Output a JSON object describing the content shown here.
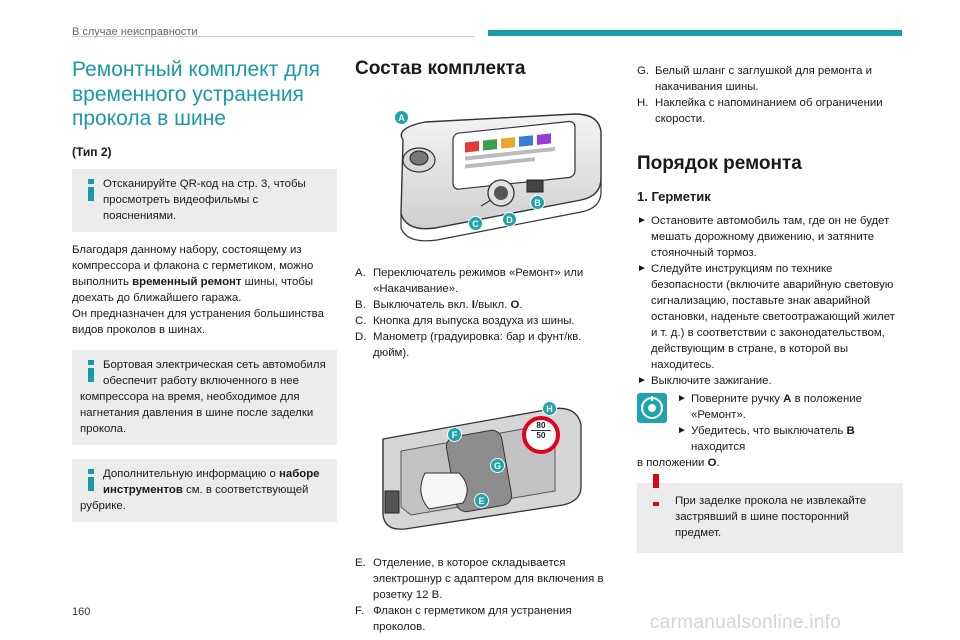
{
  "header": {
    "section": "В случае неисправности"
  },
  "page_number": "160",
  "watermark": "carmanualsonline.info",
  "col1": {
    "title_lines": [
      "Ремонтный комплект для",
      "временного устранения",
      "прокола в шине"
    ],
    "type_label": "(Тип 2)",
    "note1": [
      "Отсканируйте QR-код на стр. 3, чтобы",
      "просмотреть видеофильмы с пояснениями."
    ],
    "para1_a": "Благодаря данному набору, состоящему из компрессора и флакона с герметиком, можно выполнить ",
    "para1_bold": "временный ремонт",
    "para1_b": " шины, чтобы доехать до ближайшего гаража.",
    "para2": "Он предназначен для устранения большинства видов проколов в шинах.",
    "note2_first": [
      "Бортовая электрическая сеть автомобиля",
      "обеспечит работу включенного в нее"
    ],
    "note2_rest": "компрессора на время, необходимое для нагнетания давления в шине после заделки прокола.",
    "note3_a": "Дополнительную информацию о ",
    "note3_bold1": "наборе",
    "note3_bold2": "инструментов",
    "note3_b": " см. в соответствующей",
    "note3_c": "рубрике."
  },
  "col2": {
    "title": "Состав комплекта",
    "fig1_labels": {
      "a": "A",
      "b": "B",
      "c": "C",
      "d": "D"
    },
    "fig2_labels": {
      "e": "E",
      "f": "F",
      "g": "G",
      "h": "H"
    },
    "sign_top": "80",
    "sign_bottom": "50",
    "items1": [
      {
        "letter": "A.",
        "text": "Переключатель режимов «Ремонт» или «Накачивание»."
      },
      {
        "letter": "B.",
        "text_a": "Выключатель вкл. ",
        "bold1": "I",
        "text_b": "/выкл. ",
        "bold2": "O",
        "text_c": "."
      },
      {
        "letter": "C.",
        "text": "Кнопка для выпуска воздуха из шины."
      },
      {
        "letter": "D.",
        "text": "Манометр (градуировка: бар и фунт/кв. дюйм)."
      }
    ],
    "items2": [
      {
        "letter": "E.",
        "text": "Отделение, в которое складывается электрошнур с адаптером для включения в розетку 12 В."
      },
      {
        "letter": "F.",
        "text": "Флакон с герметиком для устранения проколов."
      }
    ]
  },
  "col3": {
    "items": [
      {
        "letter": "G.",
        "text": "Белый шланг с заглушкой для ремонта и накачивания шины."
      },
      {
        "letter": "H.",
        "text": "Наклейка с напоминанием об ограничении скорости."
      }
    ],
    "section_title": "Порядок ремонта",
    "sub_title": "1. Герметик",
    "step1": "Остановите автомобиль там, где он не будет мешать дорожному движению, и затяните стояночный тормоз.",
    "step2": "Следуйте инструкциям по технике безопасности (включите аварийную световую сигнализацию, поставьте знак аварийной остановки, наденьте светоотражающий жилет и т. д.) в соответствии с законодательством, действующим в стране, в которой вы находитесь.",
    "step3": "Выключите зажигание.",
    "step4_a": "Поверните ручку ",
    "step4_bold": "A",
    "step4_b": " в положение «Ремонт».",
    "step5_a": "Убедитесь, что выключатель ",
    "step5_bold": "B",
    "step5_b": " находится",
    "step5_c": "в положении ",
    "step5_bold2": "O",
    "step5_d": ".",
    "warn_lines": [
      "При заделке прокола не извлекайте",
      "застрявший в шине посторонний предмет."
    ]
  }
}
